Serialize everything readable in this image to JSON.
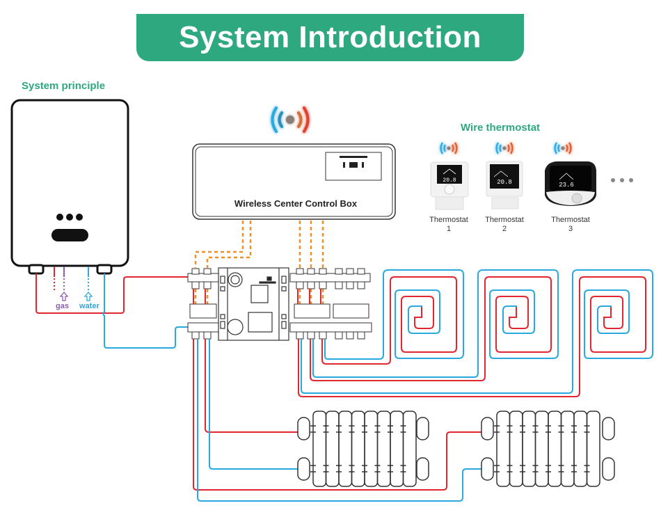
{
  "banner": {
    "title": "System Introduction"
  },
  "labels": {
    "system_principle": "System principle",
    "wire_thermostat": "Wire thermostat",
    "control_box": "Wireless Center Control Box",
    "gas": "gas",
    "water": "water",
    "more": "• • •"
  },
  "thermostats": [
    {
      "name": "Thermostat",
      "number": "1",
      "display": "20.8"
    },
    {
      "name": "Thermostat",
      "number": "2",
      "display": "20.8"
    },
    {
      "name": "Thermostat",
      "number": "3",
      "display": "23.6"
    }
  ],
  "colors": {
    "brand_green": "#2ea87e",
    "hot_pipe": "#e0262e",
    "cold_pipe": "#2aa8e0",
    "signal_wire": "#f0902a",
    "gas_line": "#8e5bb5"
  },
  "components": {
    "boiler": "boiler",
    "manifold_groups": 2,
    "floor_heating_loops": 3,
    "radiators": 2
  }
}
